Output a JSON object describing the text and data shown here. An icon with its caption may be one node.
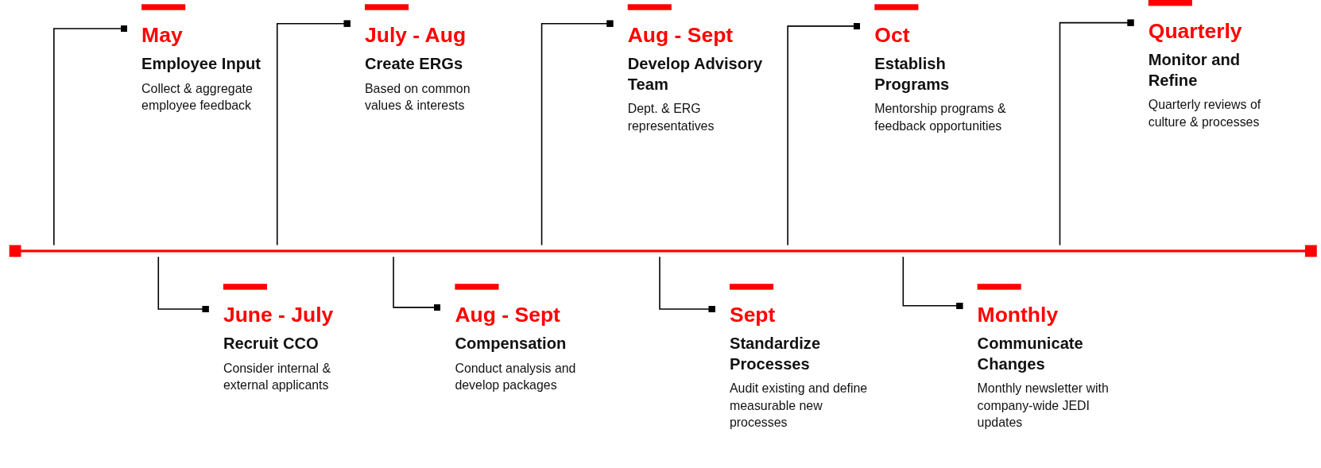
{
  "diagram": {
    "nodes": [
      {
        "text": [],
        "shape": "bar"
      },
      {
        "text": [
          "May",
          "Employee Input",
          "Collect & aggregate employee feedback"
        ]
      },
      {
        "text": [
          "June - July",
          "Recruit CCO",
          "Consider internal & external applicants"
        ]
      },
      {
        "text": [
          "July - Aug",
          "Create ERGs",
          "Based on common values & interests"
        ]
      },
      {
        "text": [
          "Aug - Sept",
          "Compensation",
          "Conduct analysis and develop packages"
        ]
      },
      {
        "text": [
          "Aug - Sept",
          "Develop Advisory Team",
          "Dept. & ERG representatives"
        ]
      },
      {
        "text": [
          "Sept",
          "Standardize Processes",
          "Audit existing and define measurable new processes"
        ]
      },
      {
        "text": [
          "Oct",
          "Establish Programs",
          "Mentorship programs & feedback opportunities"
        ]
      },
      {
        "text": [
          "Monthly",
          "Communicate Changes",
          "Monthly newsletter with company-wide JEDI updates"
        ]
      },
      {
        "text": [
          "Quarterly",
          "Monitor and Refine",
          "Quarterly reviews of culture & processes"
        ]
      }
    ],
    "edges": [
      {
        "from": 0,
        "to": 1,
        "arrow": "other"
      },
      {
        "from": 0,
        "to": 2,
        "arrow": "other"
      },
      {
        "from": 0,
        "to": 3,
        "arrow": "other"
      },
      {
        "from": 0,
        "to": 4,
        "arrow": "other"
      },
      {
        "from": 0,
        "to": 5,
        "arrow": "other"
      },
      {
        "from": 0,
        "to": 6,
        "arrow": "other"
      },
      {
        "from": 0,
        "to": 7,
        "arrow": "other"
      },
      {
        "from": 0,
        "to": 8,
        "arrow": "other"
      },
      {
        "from": 0,
        "to": 9,
        "arrow": "other"
      }
    ]
  }
}
